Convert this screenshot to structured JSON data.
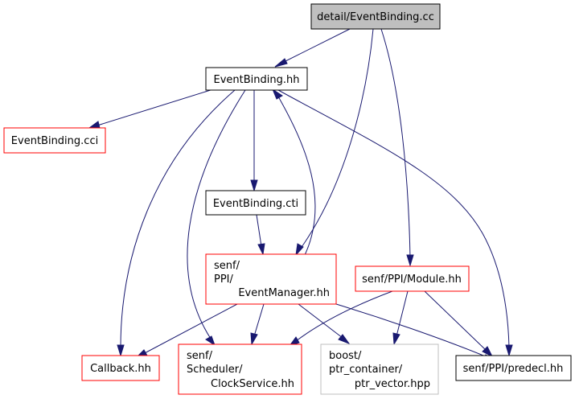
{
  "graph": {
    "nodes": {
      "root": {
        "lines": [
          "detail/EventBinding.cc"
        ],
        "fill": "#bfbfbf",
        "stroke": "#000000"
      },
      "eventbinding_hh": {
        "lines": [
          "EventBinding.hh"
        ],
        "fill": "#ffffff",
        "stroke": "#000000"
      },
      "eventbinding_cci": {
        "lines": [
          "EventBinding.cci"
        ],
        "fill": "#ffffff",
        "stroke": "#ff0000"
      },
      "eventbinding_cti": {
        "lines": [
          "EventBinding.cti"
        ],
        "fill": "#ffffff",
        "stroke": "#000000"
      },
      "eventmanager_hh": {
        "lines": [
          "senf/",
          "PPI/",
          "EventManager.hh"
        ],
        "fill": "#ffffff",
        "stroke": "#ff0000"
      },
      "module_hh": {
        "lines": [
          "senf/PPI/Module.hh"
        ],
        "fill": "#ffffff",
        "stroke": "#ff0000"
      },
      "callback_hh": {
        "lines": [
          "Callback.hh"
        ],
        "fill": "#ffffff",
        "stroke": "#ff0000"
      },
      "clockservice_hh": {
        "lines": [
          "senf/",
          "Scheduler/",
          "ClockService.hh"
        ],
        "fill": "#ffffff",
        "stroke": "#ff0000"
      },
      "ptr_vector_hpp": {
        "lines": [
          "boost/",
          "ptr_container/",
          "ptr_vector.hpp"
        ],
        "fill": "#ffffff",
        "stroke": "#bfbfbf"
      },
      "predecl_hh": {
        "lines": [
          "senf/PPI/predecl.hh"
        ],
        "fill": "#ffffff",
        "stroke": "#000000"
      }
    },
    "edge_color": "#191970"
  }
}
